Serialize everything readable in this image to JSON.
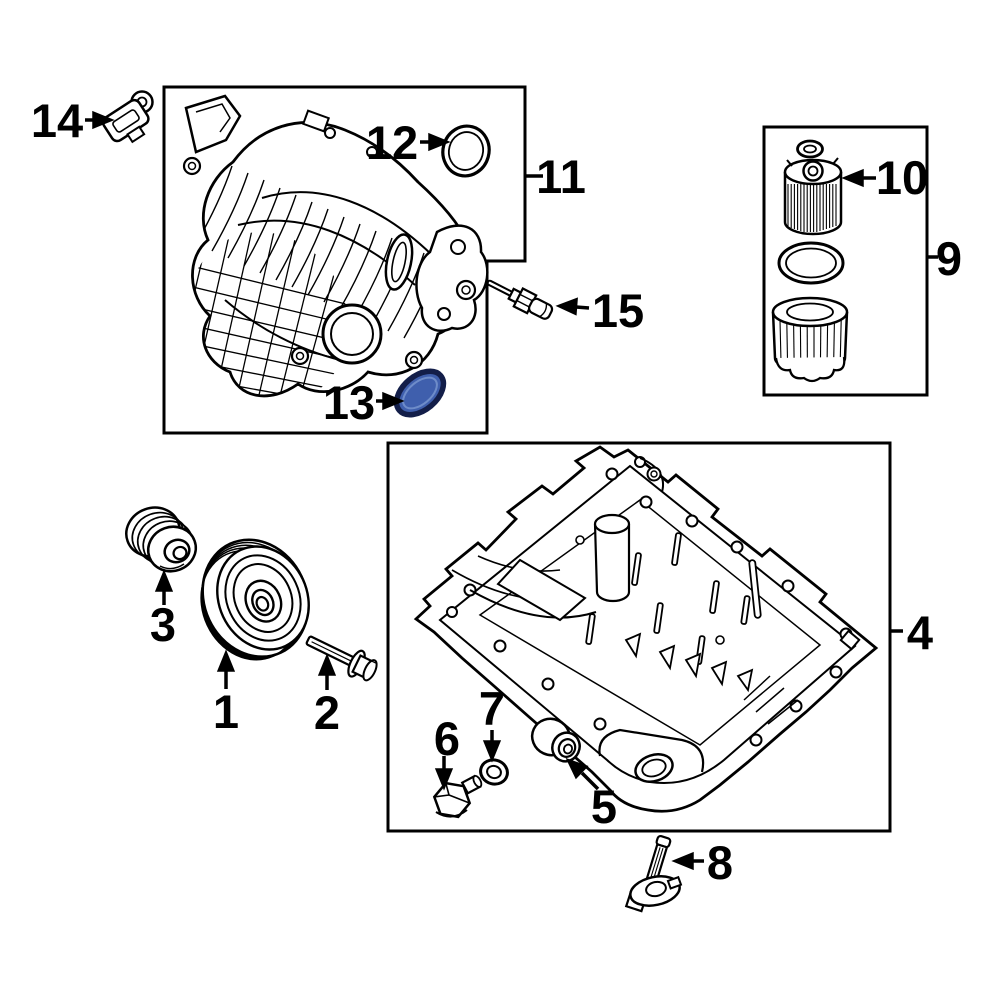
{
  "diagram": {
    "background_color": "#ffffff",
    "line_color": "#000000",
    "highlight": {
      "part_label": "13",
      "color": "#3f5fad",
      "outline": "#131e49",
      "inner_ring": "#6e8cc9"
    },
    "labels": {
      "p1": "1",
      "p2": "2",
      "p3": "3",
      "p4": "4",
      "p5": "5",
      "p6": "6",
      "p7": "7",
      "p8": "8",
      "p9": "9",
      "p10": "10",
      "p11": "11",
      "p12": "12",
      "p13": "13",
      "p14": "14",
      "p15": "15"
    }
  }
}
